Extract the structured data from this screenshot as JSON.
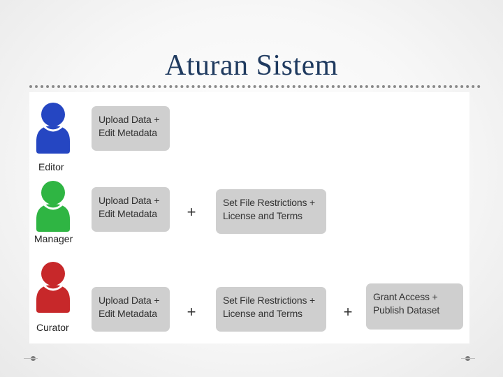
{
  "title": "Aturan Sistem",
  "roles": [
    {
      "name": "Editor",
      "color": "#2546c2",
      "steps": [
        {
          "line1": "Upload Data +",
          "line2": "Edit Metadata"
        }
      ]
    },
    {
      "name": "Manager",
      "color": "#2fb543",
      "steps": [
        {
          "line1": "Upload Data +",
          "line2": "Edit Metadata"
        },
        {
          "line1": "Set File Restrictions +",
          "line2": "License and Terms"
        }
      ]
    },
    {
      "name": "Curator",
      "color": "#c7282a",
      "steps": [
        {
          "line1": "Upload Data +",
          "line2": "Edit Metadata"
        },
        {
          "line1": "Set File Restrictions +",
          "line2": "License and Terms"
        },
        {
          "line1": "Grant Access +",
          "line2": "Publish Dataset"
        }
      ]
    }
  ],
  "plus_sign": "+",
  "icons": {
    "user": "person-icon"
  },
  "colors": {
    "title": "#1f3a5f",
    "box": "#cfcfcf"
  }
}
